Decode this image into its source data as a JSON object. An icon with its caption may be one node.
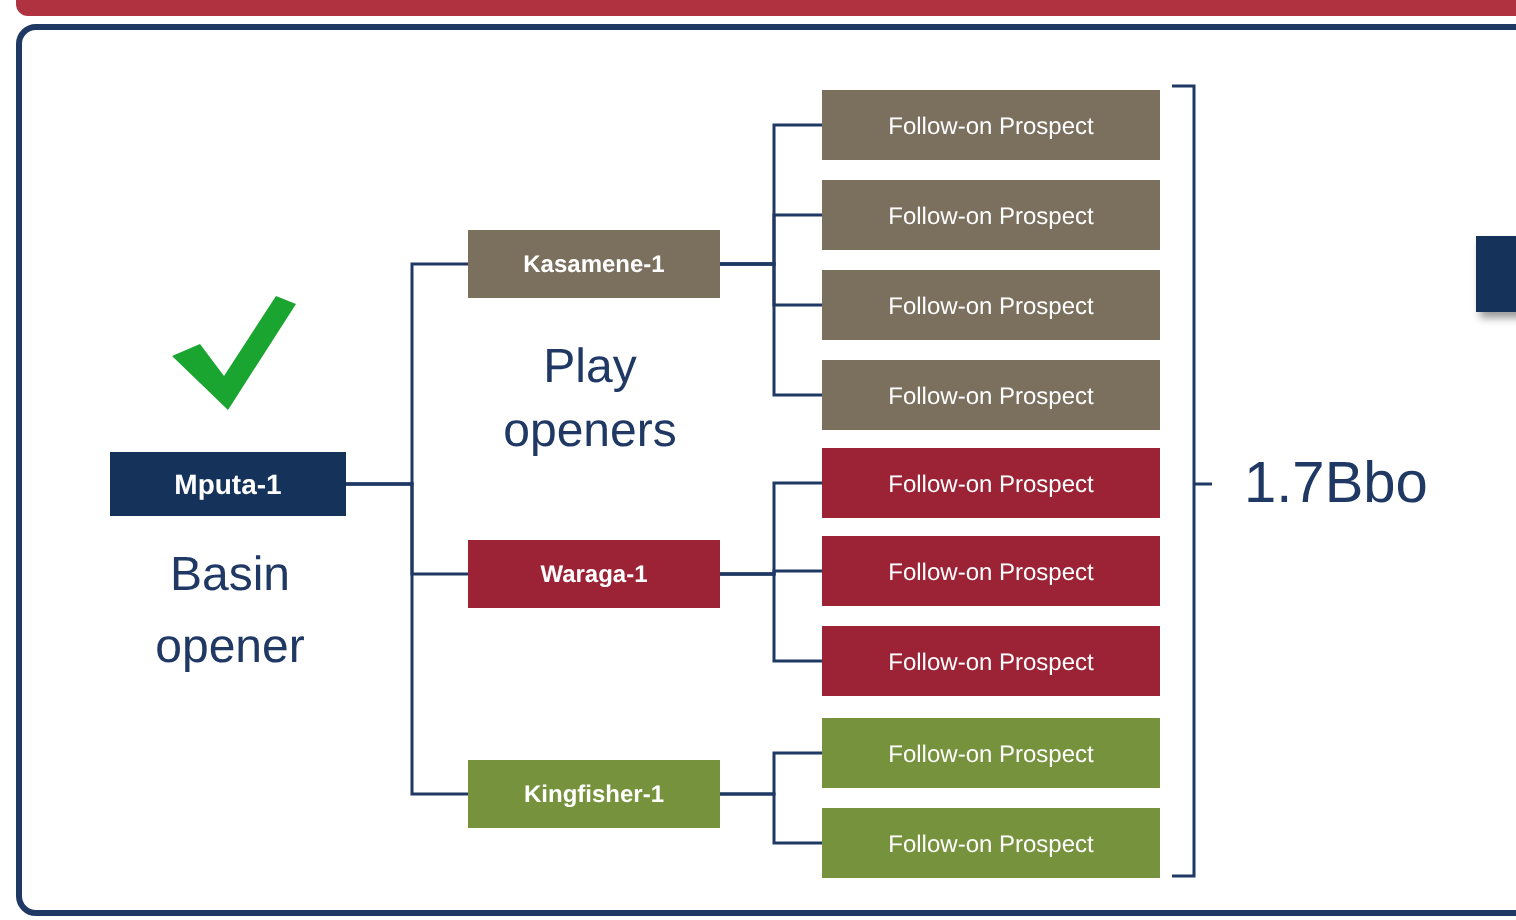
{
  "diagram": {
    "nodes": [
      {
        "text": [
          "Mputa-1"
        ],
        "beside": [
          "Basin opener"
        ]
      },
      {
        "text": [
          "Kasamene-1"
        ]
      },
      {
        "text": [
          "Waraga-1"
        ]
      },
      {
        "text": [
          "Kingfisher-1"
        ]
      },
      {
        "text": [
          "Follow-on Prospect"
        ]
      },
      {
        "text": [
          "Follow-on Prospect"
        ]
      },
      {
        "text": [
          "Follow-on Prospect"
        ]
      },
      {
        "text": [
          "Follow-on Prospect"
        ]
      },
      {
        "text": [
          "Follow-on Prospect"
        ]
      },
      {
        "text": [
          "Follow-on Prospect"
        ]
      },
      {
        "text": [
          "Follow-on Prospect"
        ]
      },
      {
        "text": [
          "Follow-on Prospect"
        ]
      },
      {
        "text": [
          "Follow-on Prospect"
        ]
      }
    ],
    "edges": [
      {
        "from": 0,
        "to": 1,
        "arrow": "none"
      },
      {
        "from": 0,
        "to": 2,
        "arrow": "none"
      },
      {
        "from": 0,
        "to": 3,
        "arrow": "none"
      },
      {
        "from": 1,
        "to": 4,
        "arrow": "none"
      },
      {
        "from": 1,
        "to": 5,
        "arrow": "none"
      },
      {
        "from": 1,
        "to": 6,
        "arrow": "none"
      },
      {
        "from": 1,
        "to": 7,
        "arrow": "none"
      },
      {
        "from": 2,
        "to": 8,
        "arrow": "none"
      },
      {
        "from": 2,
        "to": 9,
        "arrow": "none"
      },
      {
        "from": 2,
        "to": 10,
        "arrow": "none"
      },
      {
        "from": 3,
        "to": 11,
        "arrow": "none"
      },
      {
        "from": 3,
        "to": 12,
        "arrow": "none"
      }
    ],
    "labels": [
      "Play openers",
      "1.7Bbo"
    ]
  }
}
